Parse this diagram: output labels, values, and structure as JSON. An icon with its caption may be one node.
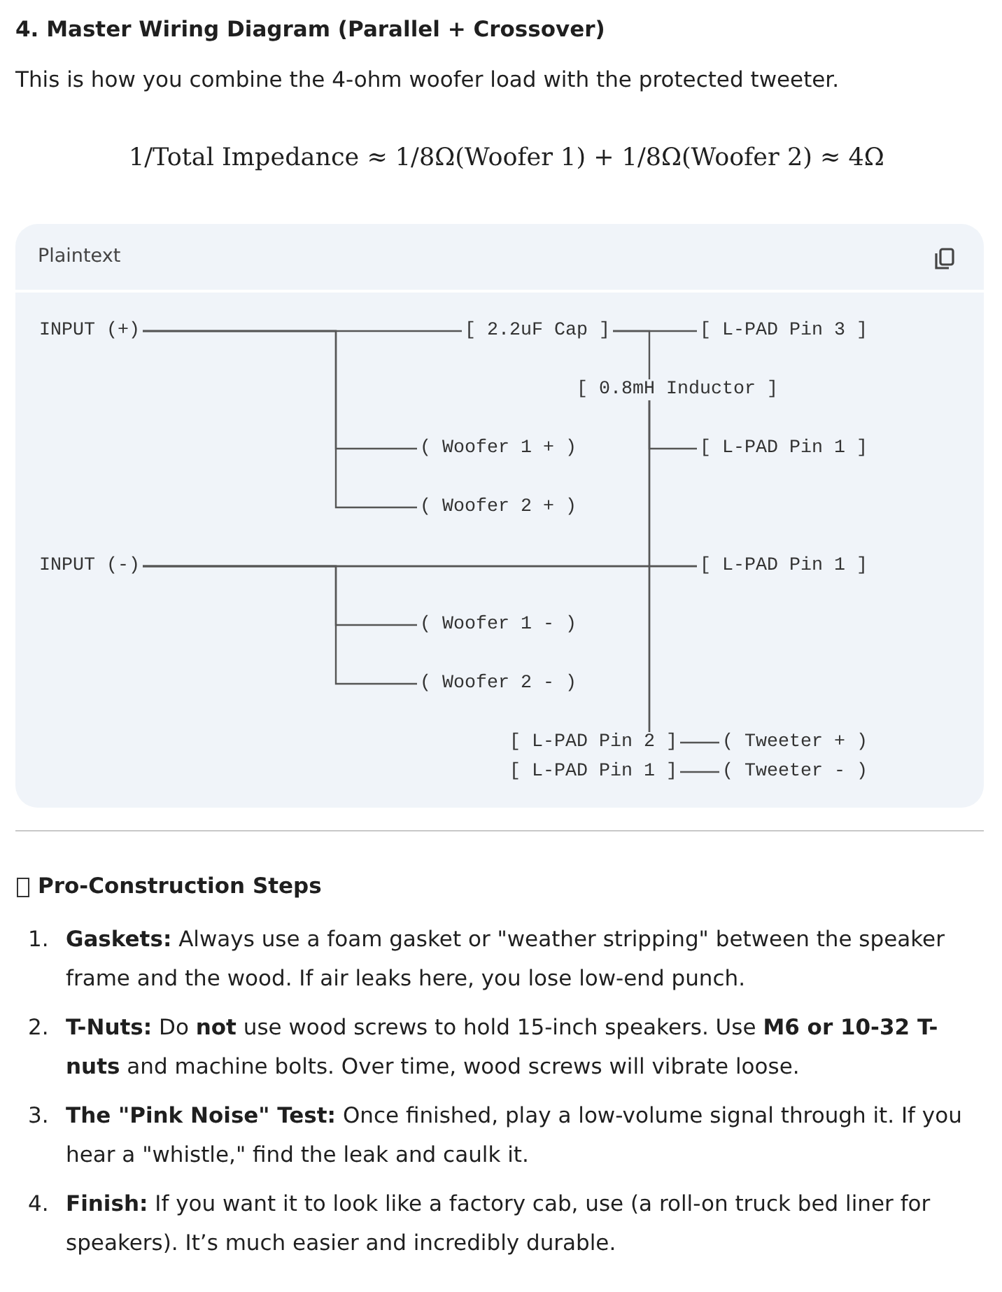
{
  "diagram": {
    "title": "4. Master Wiring Diagram (Parallel + Crossover)",
    "nodes": [
      {
        "text": [
          "INPUT (+)"
        ]
      },
      {
        "text": [
          "[ 2.2uF Cap ]"
        ]
      },
      {
        "text": [
          "[ L-PAD Pin 3 ]"
        ]
      },
      {
        "text": [
          "[ 0.8mH Inductor ]"
        ]
      },
      {
        "text": [
          "( Woofer 1 + )"
        ]
      },
      {
        "text": [
          "[ L-PAD Pin 1 ]"
        ]
      },
      {
        "text": [
          "( Woofer 2 + )"
        ]
      },
      {
        "text": [
          "INPUT (-)"
        ]
      },
      {
        "text": [
          "[ L-PAD Pin 1 ]"
        ]
      },
      {
        "text": [
          "( Woofer 1 - )"
        ]
      },
      {
        "text": [
          "( Woofer 2 - )"
        ]
      },
      {
        "text": [
          "[ L-PAD Pin 2 ]"
        ]
      },
      {
        "text": [
          "( Tweeter + )"
        ]
      },
      {
        "text": [
          "[ L-PAD Pin 1 ]"
        ]
      },
      {
        "text": [
          "( Tweeter - )"
        ]
      }
    ],
    "edges": [
      {
        "from": 0,
        "to": 1,
        "arrow": "none"
      },
      {
        "from": 0,
        "to": 4,
        "arrow": "none"
      },
      {
        "from": 0,
        "to": 6,
        "arrow": "none"
      },
      {
        "from": 1,
        "to": 2,
        "arrow": "none"
      },
      {
        "from": 1,
        "to": 3,
        "arrow": "none"
      },
      {
        "from": 3,
        "to": 5,
        "arrow": "none"
      },
      {
        "from": 3,
        "to": 8,
        "arrow": "none"
      },
      {
        "from": 3,
        "to": 11,
        "arrow": "none"
      },
      {
        "from": 7,
        "to": 9,
        "arrow": "none"
      },
      {
        "from": 7,
        "to": 10,
        "arrow": "none"
      },
      {
        "from": 7,
        "to": 8,
        "arrow": "none"
      },
      {
        "from": 7,
        "to": 11,
        "arrow": "none"
      },
      {
        "from": 11,
        "to": 12,
        "arrow": "none"
      },
      {
        "from": 13,
        "to": 14,
        "arrow": "none"
      }
    ],
    "labels": [
      "This is how you combine the 4-ohm woofer load with the protected tweeter.",
      "1/Total Impedance ≈ 1/8Ω(Woofer 1) + 1/8Ω(Woofer 2) ≈ 4Ω",
      "Plaintext",
      "Pro-Construction Steps",
      "1.",
      "**Gaskets:** Always use a foam gasket or \"weather stripping\" between the speaker frame and the wood. If air leaks here, you lose low-end punch.",
      "2.",
      "**T-Nuts:** Do **not** use wood screws to hold 15-inch speakers. Use **M6 or 10-32 T-nuts** and machine bolts. Over time, wood screws will vibrate loose.",
      "3.",
      "**The \"Pink Noise\" Test:** Once finished, play a low-volume signal through it. If you hear a \"whistle,\" find the leak and caulk it.",
      "4.",
      "**Finish:** If you want it to look like a factory cab, use (a roll-on truck bed liner for speakers). It’s much easier and incredibly durable."
    ]
  }
}
